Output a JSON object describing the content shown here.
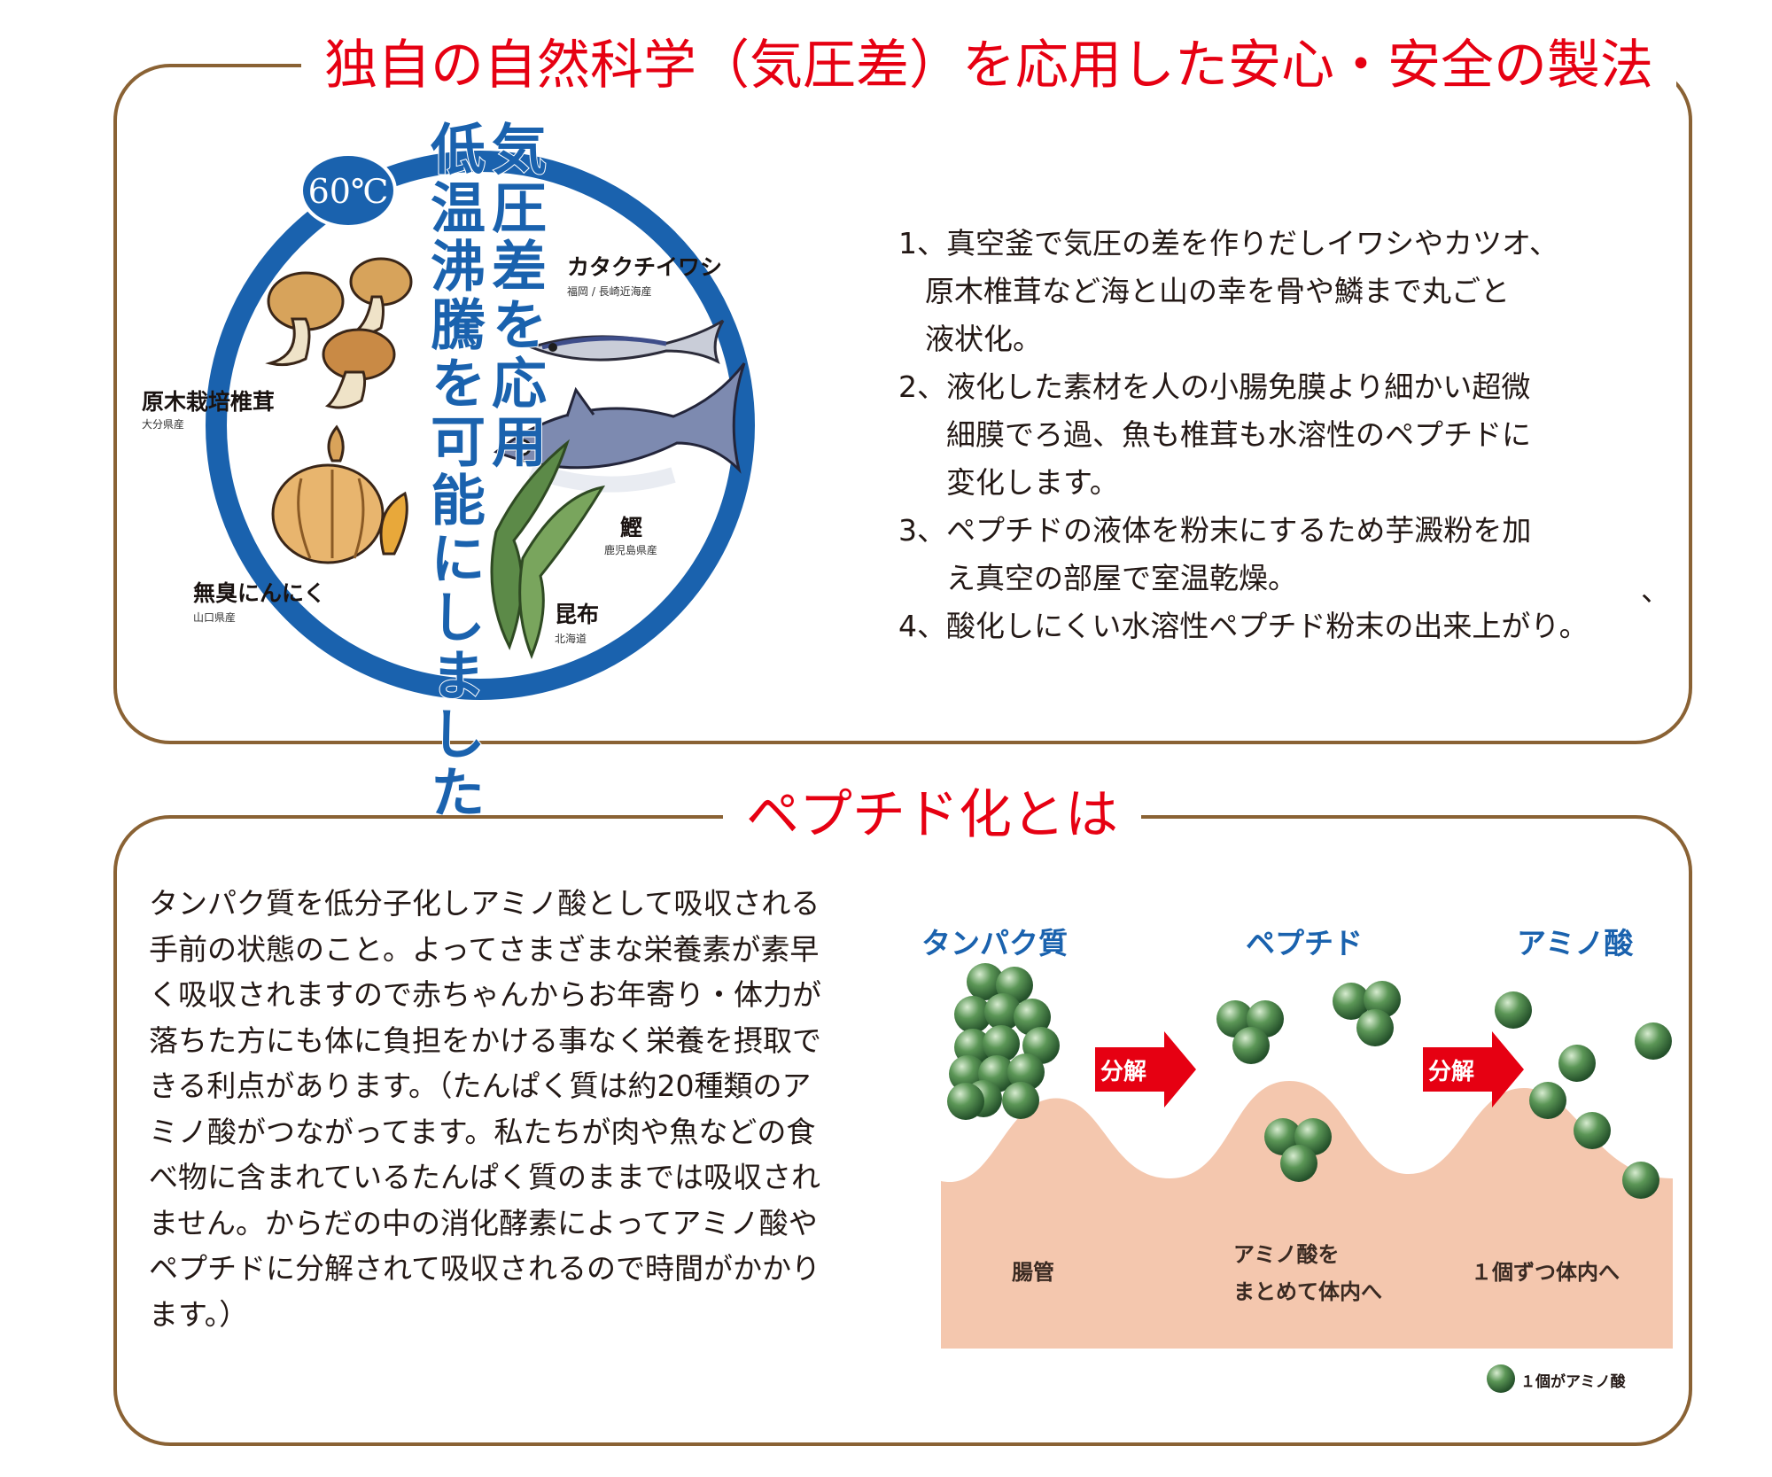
{
  "section1": {
    "heading": "独自の自然科学（気圧差）を応用した安心・安全の製法",
    "badge": "60℃",
    "vertical_lines": [
      "気圧差を応用",
      "低温沸騰を可能にしました"
    ],
    "ingredients": [
      {
        "name": "カタクチイワシ",
        "origin": "福岡 / 長崎近海産"
      },
      {
        "name": "原木栽培椎茸",
        "origin": "大分県産"
      },
      {
        "name": "鰹",
        "origin": "鹿児島県産"
      },
      {
        "name": "無臭にんにく",
        "origin": "山口県産"
      },
      {
        "name": "昆布",
        "origin": "北海道"
      }
    ],
    "steps": [
      {
        "lines": [
          "1、真空釜で気圧の差を作りだしイワシやカツオ、",
          "原木椎茸など海と山の幸を骨や鱗まで丸ごと",
          "液状化。"
        ]
      },
      {
        "lines": [
          "2、液化した素材を人の小腸免膜より細かい超微",
          "細膜でろ過、魚も椎茸も水溶性のペプチドに",
          "変化します。"
        ]
      },
      {
        "lines": [
          "3、ペプチドの液体を粉末にするため芋澱粉を加",
          "え真空の部屋で室温乾燥。"
        ]
      },
      {
        "lines": [
          "4、酸化しにくい水溶性ペプチド粉末の出来上がり。"
        ]
      }
    ],
    "stray_mark": "、"
  },
  "section2": {
    "heading": "ペプチド化とは",
    "description_lines": [
      "タンパク質を低分子化しアミノ酸として吸収される",
      "手前の状態のこと。よってさまざまな栄養素が素早",
      "く吸収されますので赤ちゃんからお年寄り・体力が",
      "落ちた方にも体に負担をかける事なく栄養を摂取で",
      "きる利点があります。（たんぱく質は約20種類のア",
      "ミノ酸がつながってます。私たちが肉や魚などの食",
      "べ物に含まれているたんぱく質のままでは吸収され",
      "ません。からだの中の消化酵素によってアミノ酸や",
      "ペプチドに分解されて吸収されるので時間がかかり",
      "ます。）"
    ],
    "diagram": {
      "stage_labels": [
        "タンパク質",
        "ペプチド",
        "アミノ酸"
      ],
      "arrow_label": "分解",
      "gut_labels": {
        "intestine": "腸管",
        "together_line1": "アミノ酸を",
        "together_line2": "まとめて体内へ",
        "single": "１個ずつ体内へ"
      },
      "legend": "１個がアミノ酸"
    }
  },
  "colors": {
    "heading_red": "#e60012",
    "frame_brown": "#8a6234",
    "accent_blue": "#1a62ae",
    "gut_pink": "#f4c7ae",
    "amino_green": "#4e8a4c",
    "arrow_red": "#e60012"
  }
}
